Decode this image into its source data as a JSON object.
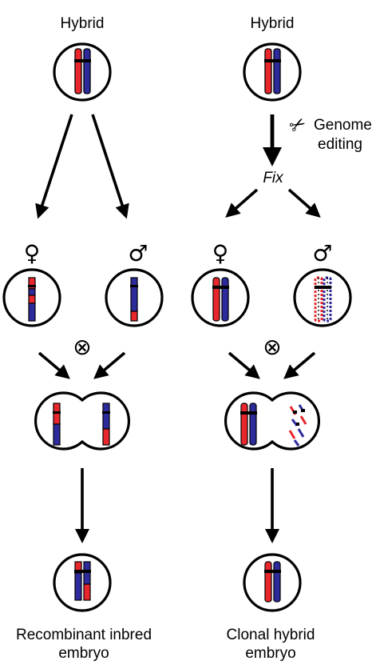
{
  "left_column": {
    "top_label": "Hybrid",
    "bottom_label_line1": "Recombinant inbred",
    "bottom_label_line2": "embryo"
  },
  "right_column": {
    "top_label": "Hybrid",
    "step_label_line1": "Genome",
    "step_label_line2": "editing",
    "fix_label": "Fix",
    "bottom_label_line1": "Clonal hybrid",
    "bottom_label_line2": "embryo"
  },
  "symbols": {
    "female": "♀",
    "male": "♂",
    "cross": "⊗"
  },
  "icons": {
    "scissors": "✂"
  },
  "colors": {
    "maternal_chromosome": "#e8262b",
    "paternal_chromosome": "#2d2b9c",
    "outline": "#000000"
  }
}
